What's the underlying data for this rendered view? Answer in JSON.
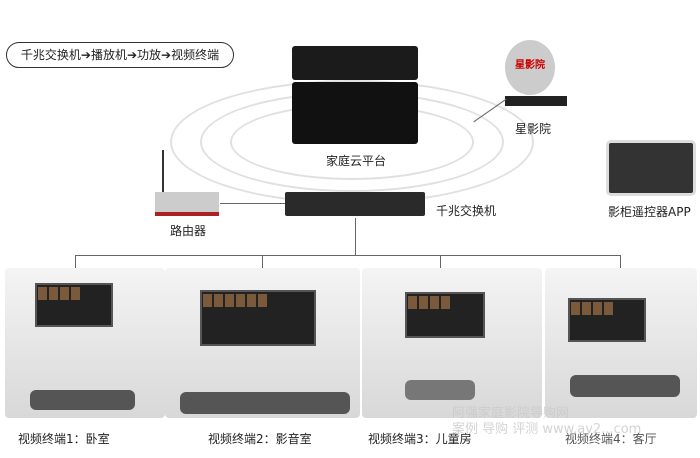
{
  "flow_label": "千兆交换机➔播放机➔功放➔视频终端",
  "nodes": {
    "cloud": "家庭云平台",
    "satellite": "星影院",
    "satellite_logo": "星影院",
    "app": "影柜遥控器APP",
    "router": "路由器",
    "switch": "千兆交换机"
  },
  "terminals": [
    "视频终端1：卧室",
    "视频终端2：影音室",
    "视频终端3：儿童房",
    "视频终端4：客厅"
  ],
  "watermark": {
    "line1": "阿强家庭影院导购网",
    "line2": "案例  导购  评测  www.av2...com"
  }
}
